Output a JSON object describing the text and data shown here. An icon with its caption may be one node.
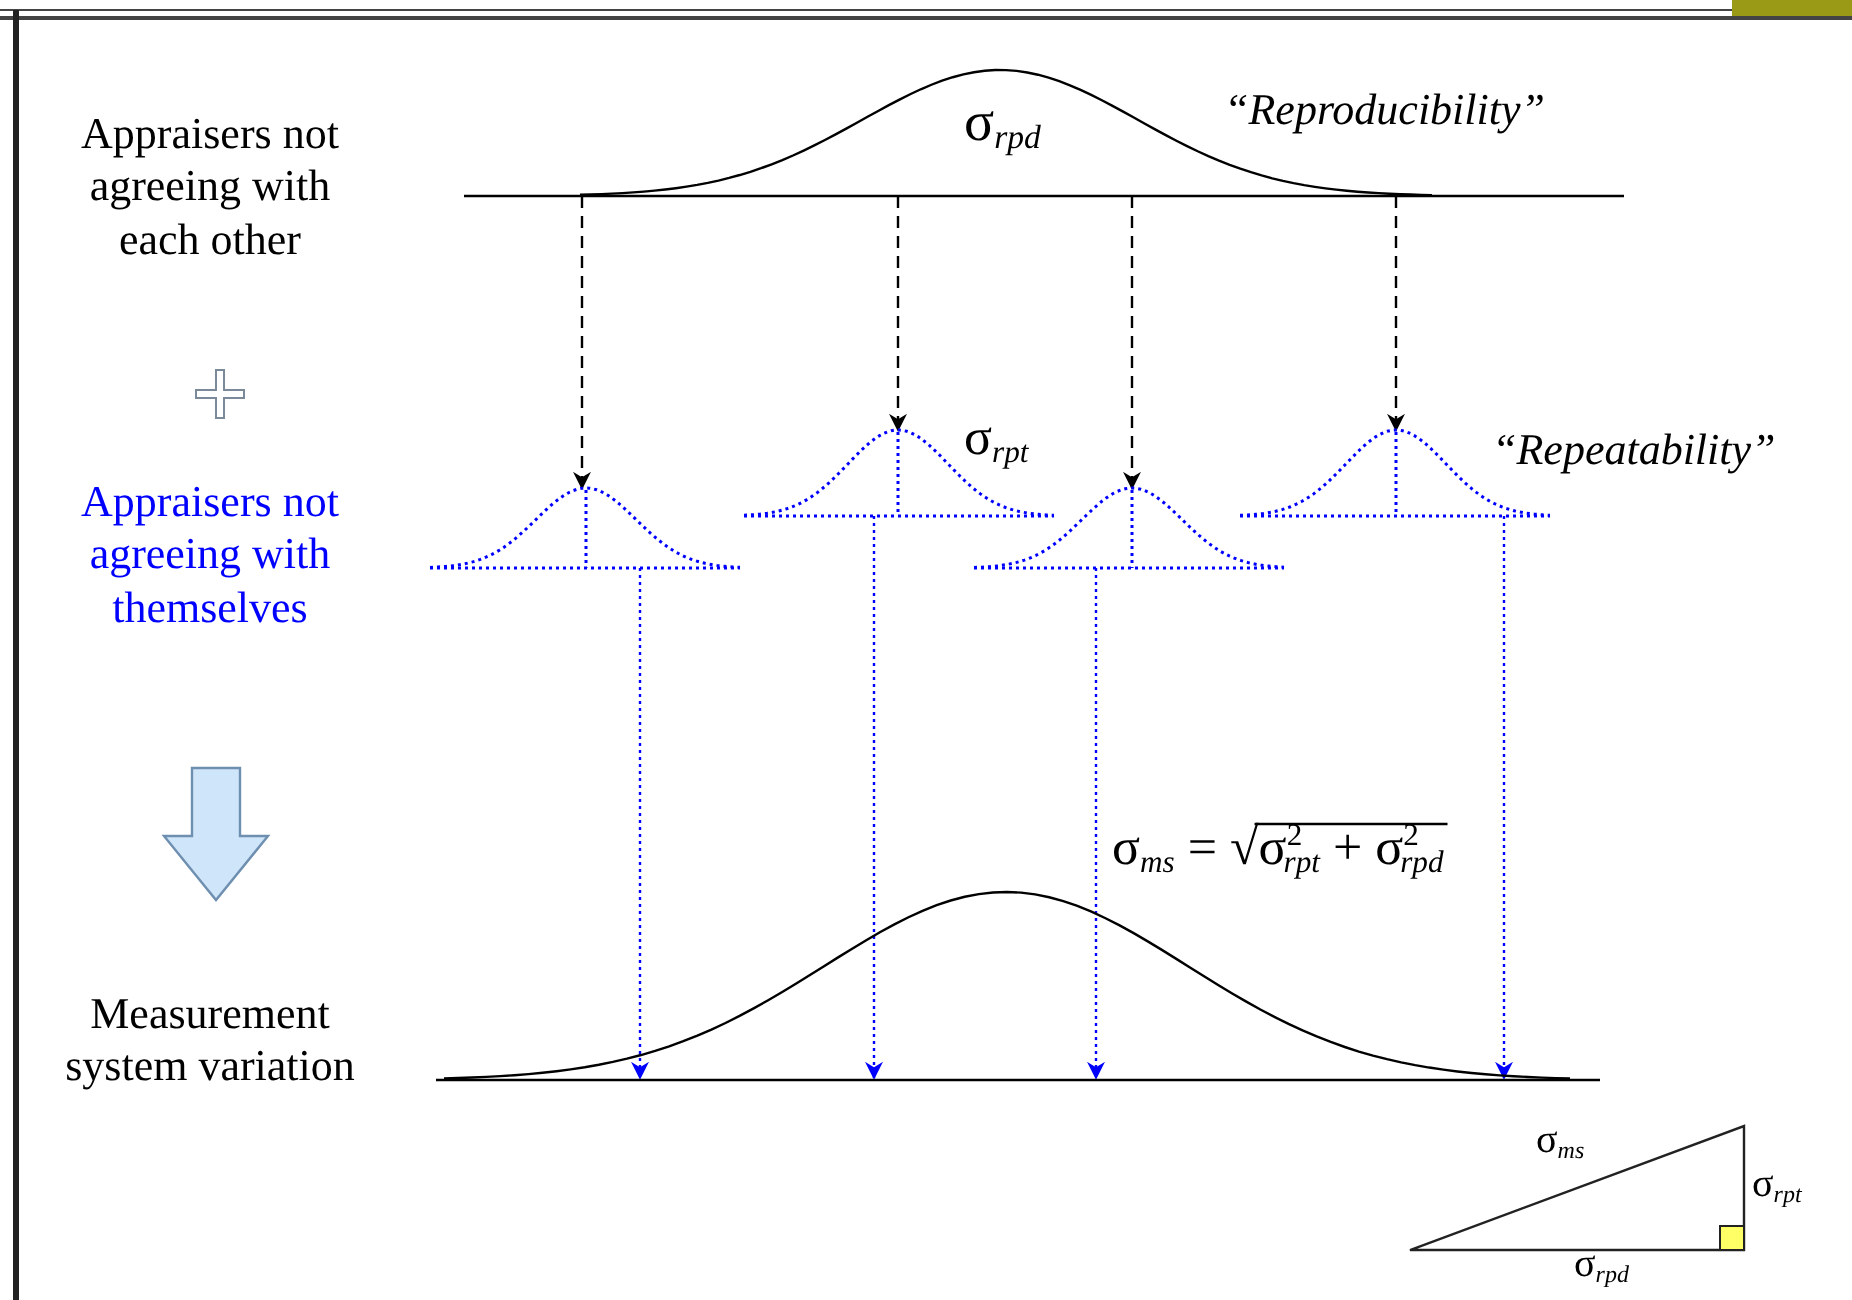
{
  "diagram": {
    "nodes": [
      {
        "text": [
          "σ$_{rpd}$"
        ]
      },
      {
        "text": [],
        "shape": "curve"
      },
      {
        "text": [],
        "shape": "curve"
      },
      {
        "text": [],
        "shape": "curve"
      },
      {
        "text": [],
        "shape": "curve"
      },
      {
        "text": [],
        "shape": "curve"
      }
    ],
    "edges": [
      {
        "from": 0,
        "to": 1,
        "arrow": "to",
        "style": "dashed"
      },
      {
        "from": 0,
        "to": 2,
        "arrow": "to",
        "style": "dashed"
      },
      {
        "from": 0,
        "to": 3,
        "arrow": "to",
        "style": "dashed"
      },
      {
        "from": 0,
        "to": 4,
        "arrow": "to",
        "style": "dashed"
      },
      {
        "from": 1,
        "to": 5,
        "arrow": "to",
        "style": "dashed",
        "color": "#0000ff"
      },
      {
        "from": 2,
        "to": 5,
        "arrow": "to",
        "style": "dashed",
        "color": "#0000ff"
      },
      {
        "from": 3,
        "to": 5,
        "arrow": "to",
        "style": "dashed",
        "color": "#0000ff"
      },
      {
        "from": 4,
        "to": 5,
        "arrow": "to",
        "style": "dashed",
        "color": "#0000ff"
      }
    ],
    "labels": [
      "Appraisers not agreeing with each other",
      "“Reproducibility”",
      "Appraisers not agreeing with themselves",
      "σ$_{rpt}$",
      "“Repeatability”",
      "σ$_{ms}$ = √σ$^{2}$$_{rpt}$ + σ$^{2}$$_{rpd}$",
      "Measurement system variation",
      "σ$_{ms}$",
      "σ$_{rpt}$",
      "σ$_{rpd}$"
    ]
  }
}
